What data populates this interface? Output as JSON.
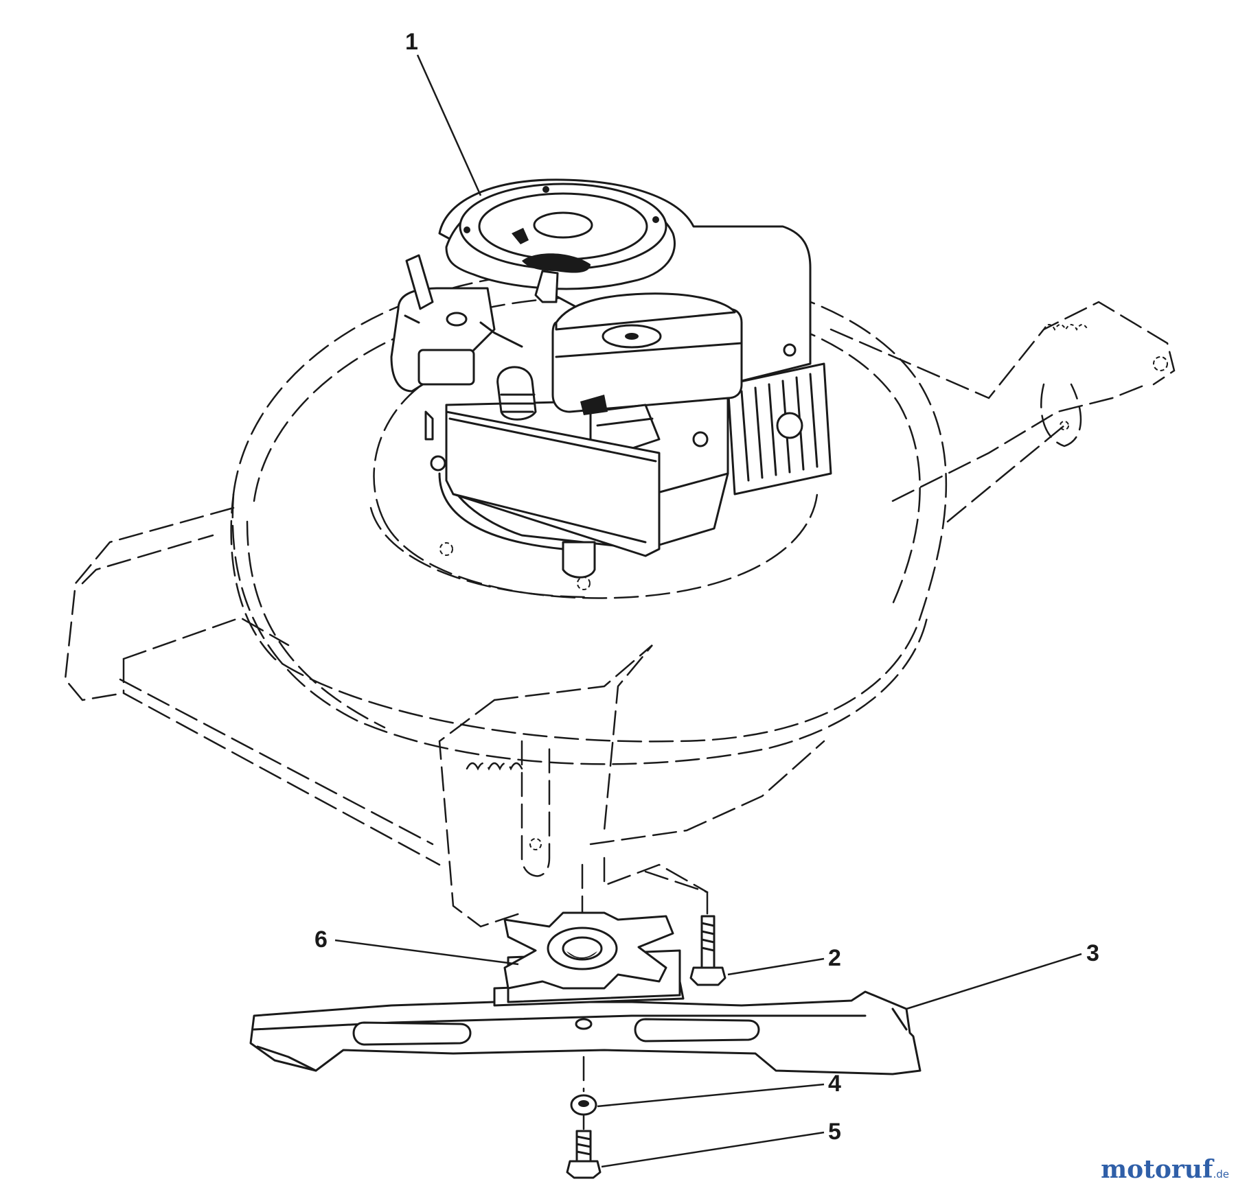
{
  "callouts": {
    "c1": "1",
    "c2": "2",
    "c3": "3",
    "c4": "4",
    "c5": "5",
    "c6": "6"
  },
  "watermark": {
    "main": "motoruf",
    "suffix": ".de",
    "main_color": "#2f5fa8",
    "accent_color": "#e08a1e"
  }
}
